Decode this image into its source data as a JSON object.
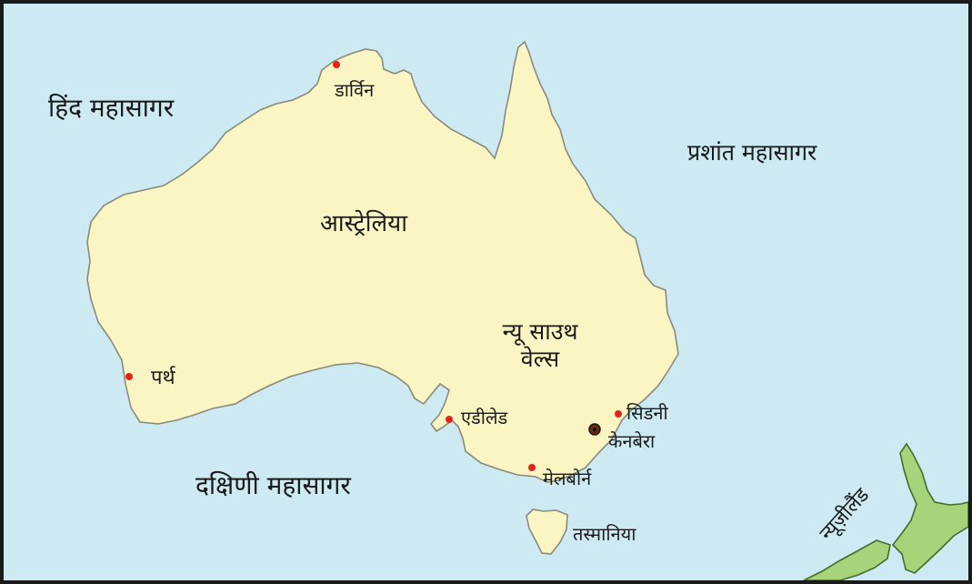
{
  "colors": {
    "sea": "#cde9f2",
    "land": "#fbf5c4",
    "coast": "#8a8a7a",
    "nz_land": "#a7d37a",
    "nz_coast": "#3f6e2a",
    "city_dot": "#e2231a",
    "capital_dot": "#111111",
    "border": "#1a1a1a"
  },
  "labels": {
    "indian_ocean": "हिंद महासागर",
    "pacific_ocean": "प्रशांत महासागर",
    "southern_ocean": "दक्षिणी महासागर",
    "australia": "आस्ट्रेलिया",
    "nsw": "न्यू साउथ वेल्स",
    "nsw_line1": "न्यू साउथ",
    "nsw_line2": "वेल्स",
    "darwin": "डार्विन",
    "perth": "पर्थ",
    "adelaide": "एडीलेड",
    "sydney": "सिडनी",
    "canberra": "केनबेरा",
    "melbourne": "मेलबोर्न",
    "tasmania": "तस्मानिया",
    "new_zealand": "न्यूज़ीलैंड"
  },
  "legend_symbols": {
    "city": "red-dot",
    "capital": "black-ringed-dot"
  }
}
